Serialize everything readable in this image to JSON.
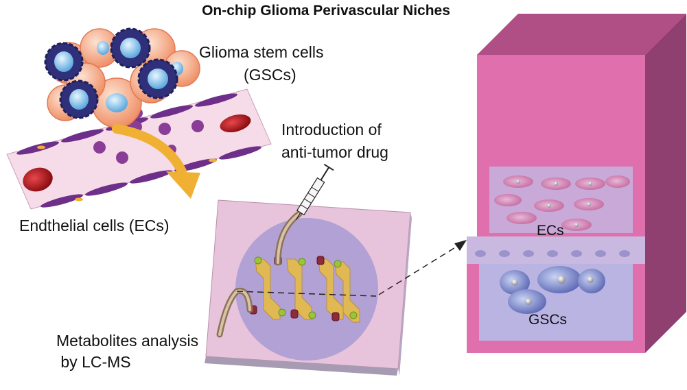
{
  "title": "On-chip Glioma Perivascular Niches",
  "labels": {
    "gsc_line1": "Glioma stem cells",
    "gsc_line2": "(GSCs)",
    "drug_line1": "Introduction of",
    "drug_line2": "anti-tumor drug",
    "ec_label": "Endthelial cells (ECs)",
    "metab_line1": "Metabolites analysis",
    "metab_line2": " by LC-MS",
    "box_ecs": "ECs",
    "box_gscs": "GSCs"
  },
  "colors": {
    "gsc_dark": "#2f2f7a",
    "gsc_nucleus": "#9fd2f0",
    "tumor_orange": "#f4a582",
    "vessel_pink": "#f6dce8",
    "rbc_red": "#b3161c",
    "ec_purple": "#6d2f8a",
    "arrow_yellow": "#f0b034",
    "chip_pink": "#e8c4dc",
    "chip_circle": "#a79bd4",
    "channel_gold": "#e0b955",
    "box_magenta": "#e06fae",
    "box_dark": "#b04e86"
  }
}
